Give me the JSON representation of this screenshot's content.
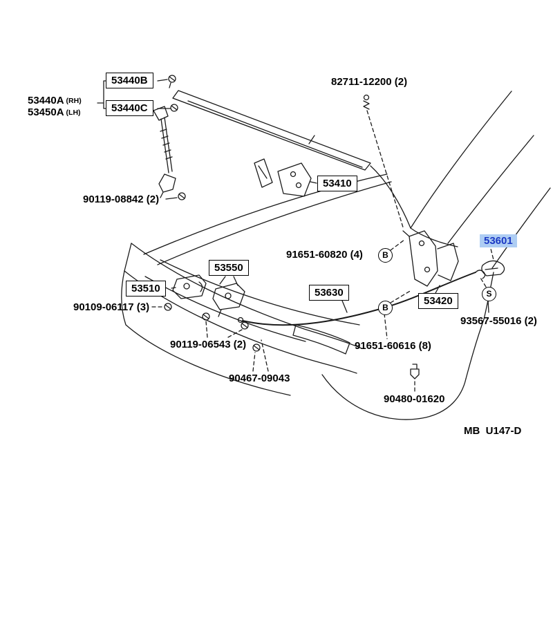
{
  "diagram": {
    "title_code_highlight_color": "#aecdf3",
    "footer": "MB  U147-D",
    "labels": [
      {
        "text": "53440B",
        "style": "boxed"
      },
      {
        "text": "53440A",
        "suffix": "(RH)",
        "style": "plain"
      },
      {
        "text": "53450A",
        "suffix": "(LH)",
        "style": "plain"
      },
      {
        "text": "53440C",
        "style": "boxed"
      },
      {
        "text": "82711-12200 (2)",
        "style": "plain"
      },
      {
        "text": "90119-08842 (2)",
        "style": "plain"
      },
      {
        "text": "53410",
        "style": "boxed"
      },
      {
        "text": "91651-60820 (4)",
        "style": "plain"
      },
      {
        "text": "B",
        "style": "circled"
      },
      {
        "text": "53601",
        "style": "highlight"
      },
      {
        "text": "53550",
        "style": "boxed"
      },
      {
        "text": "53510",
        "style": "boxed"
      },
      {
        "text": "90109-06117 (3)",
        "style": "plain"
      },
      {
        "text": "53630",
        "style": "boxed"
      },
      {
        "text": "53420",
        "style": "boxed"
      },
      {
        "text": "S",
        "style": "circled"
      },
      {
        "text": "93567-55016 (2)",
        "style": "plain"
      },
      {
        "text": "90119-06543 (2)",
        "style": "plain"
      },
      {
        "text": "B",
        "style": "circled"
      },
      {
        "text": "91651-60616 (8)",
        "style": "plain"
      },
      {
        "text": "90467-09043",
        "style": "plain"
      },
      {
        "text": "90480-01620",
        "style": "plain"
      }
    ]
  }
}
